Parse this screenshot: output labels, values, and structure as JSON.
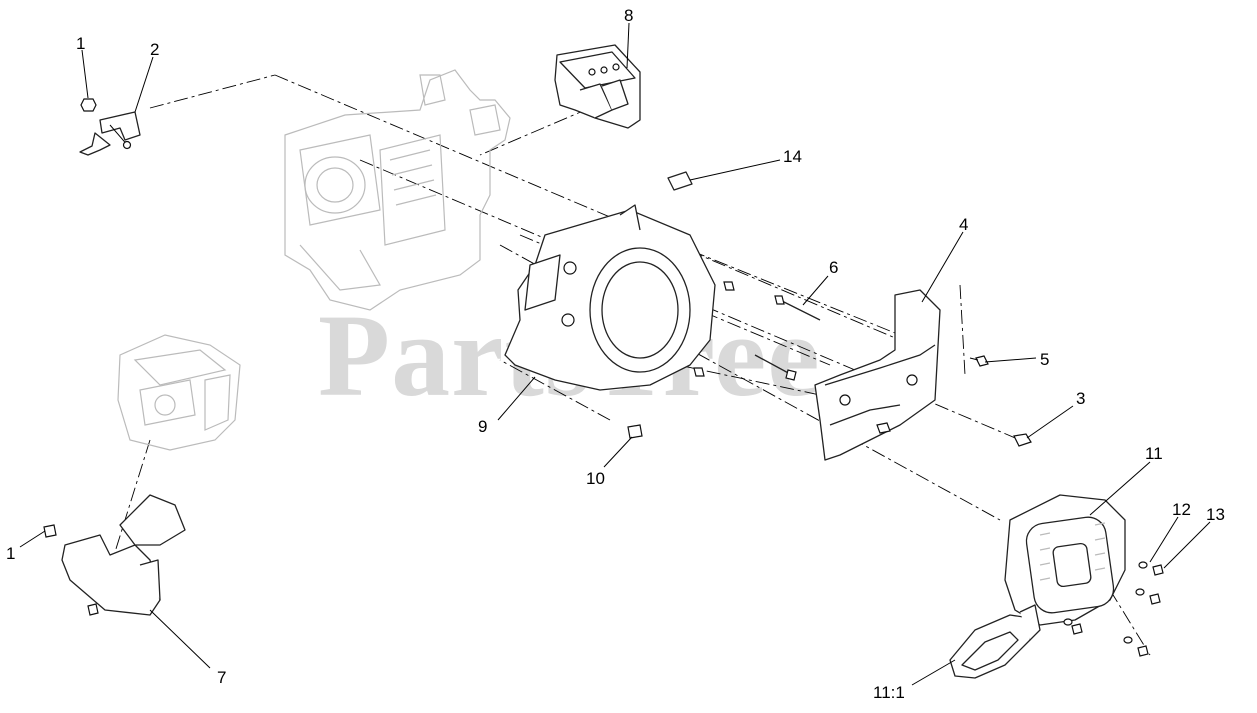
{
  "watermark": "PartsTree",
  "callouts": {
    "c1a": "1",
    "c2": "2",
    "c8": "8",
    "c14": "14",
    "c4": "4",
    "c6": "6",
    "c5": "5",
    "c3": "3",
    "c9": "9",
    "c10": "10",
    "c11": "11",
    "c12": "12",
    "c13": "13",
    "c1b": "1",
    "c7": "7",
    "c11_1": "11:1"
  }
}
